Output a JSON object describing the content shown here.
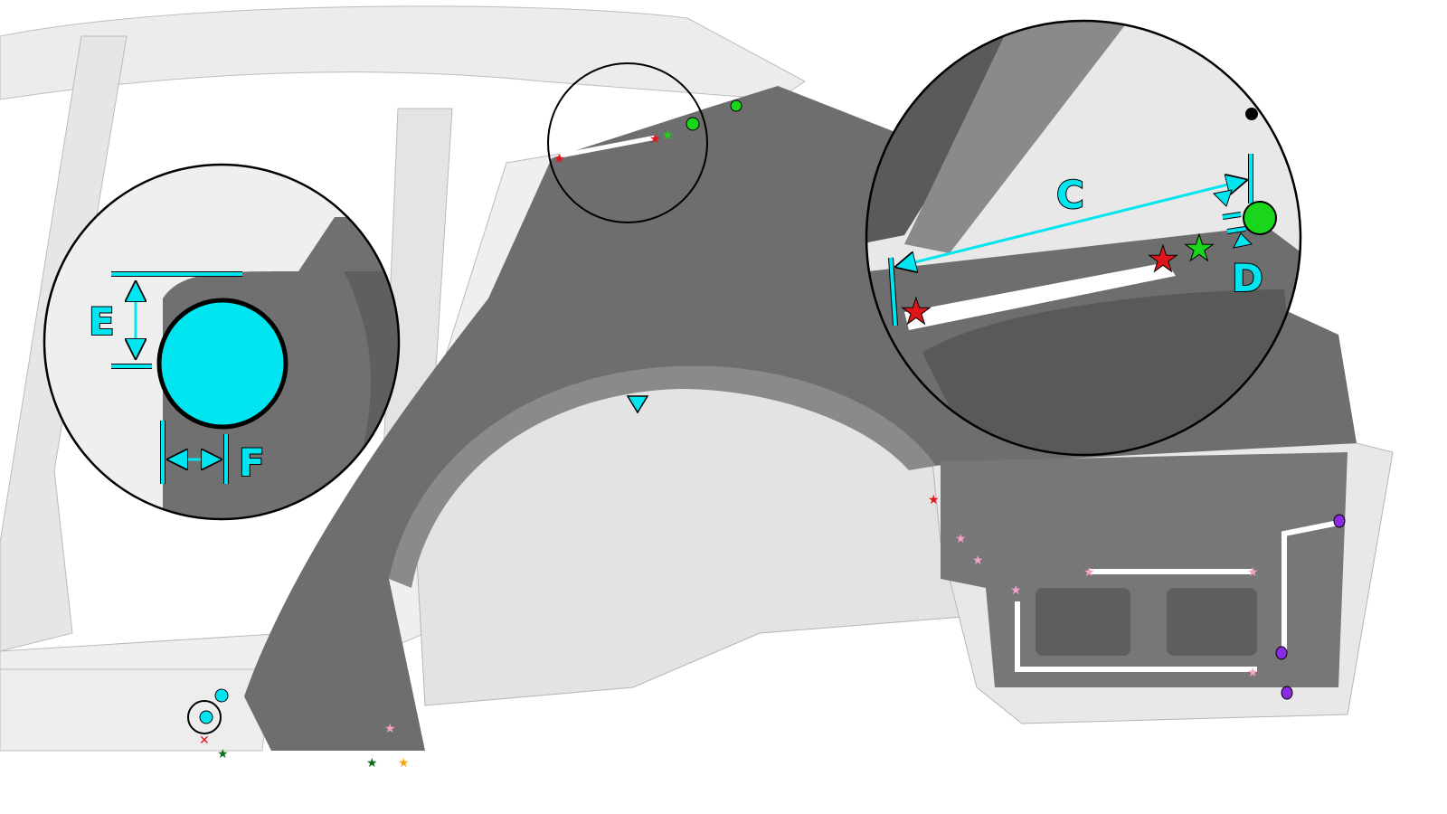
{
  "callouts": {
    "c": "C",
    "d": "D",
    "e": "E",
    "f": "F"
  },
  "colors": {
    "accent": "#00e5f0",
    "panel": "#6e6e6e",
    "body": "#e9e9e9",
    "marker_red": "#e0141b",
    "marker_green": "#19d61c",
    "marker_pink": "#f4a0c8",
    "marker_purple": "#8a2be2"
  }
}
